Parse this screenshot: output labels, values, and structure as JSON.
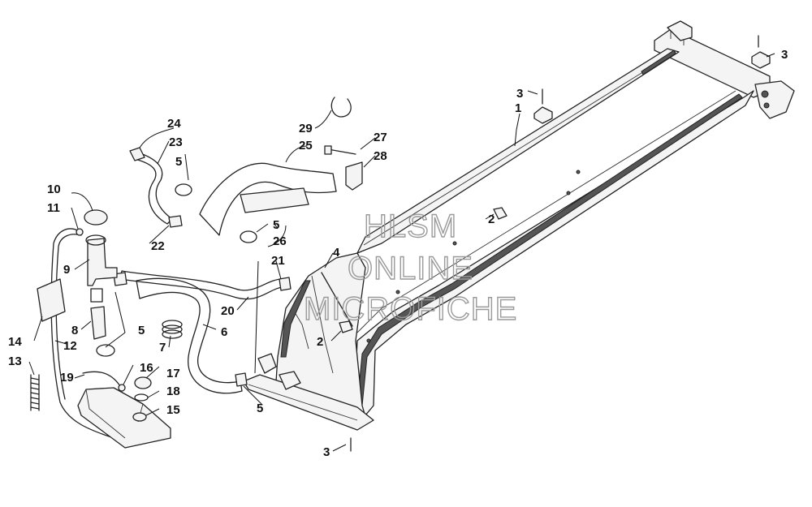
{
  "watermark": {
    "line1": "HLSM",
    "line2": "ONLINE",
    "line3": "MICROFICHE"
  },
  "callouts": [
    {
      "id": "c1",
      "label": "1"
    },
    {
      "id": "c2a",
      "label": "2"
    },
    {
      "id": "c2b",
      "label": "2"
    },
    {
      "id": "c3a",
      "label": "3"
    },
    {
      "id": "c3b",
      "label": "3"
    },
    {
      "id": "c3c",
      "label": "3"
    },
    {
      "id": "c4",
      "label": "4"
    },
    {
      "id": "c5a",
      "label": "5"
    },
    {
      "id": "c5b",
      "label": "5"
    },
    {
      "id": "c5c",
      "label": "5"
    },
    {
      "id": "c5d",
      "label": "5"
    },
    {
      "id": "c6",
      "label": "6"
    },
    {
      "id": "c7",
      "label": "7"
    },
    {
      "id": "c8",
      "label": "8"
    },
    {
      "id": "c9",
      "label": "9"
    },
    {
      "id": "c10",
      "label": "10"
    },
    {
      "id": "c11",
      "label": "11"
    },
    {
      "id": "c12",
      "label": "12"
    },
    {
      "id": "c13",
      "label": "13"
    },
    {
      "id": "c14",
      "label": "14"
    },
    {
      "id": "c15",
      "label": "15"
    },
    {
      "id": "c16",
      "label": "16"
    },
    {
      "id": "c17",
      "label": "17"
    },
    {
      "id": "c18",
      "label": "18"
    },
    {
      "id": "c19",
      "label": "19"
    },
    {
      "id": "c20",
      "label": "20"
    },
    {
      "id": "c21",
      "label": "21"
    },
    {
      "id": "c22",
      "label": "22"
    },
    {
      "id": "c23",
      "label": "23"
    },
    {
      "id": "c24",
      "label": "24"
    },
    {
      "id": "c25",
      "label": "25"
    },
    {
      "id": "c26",
      "label": "26"
    },
    {
      "id": "c27",
      "label": "27"
    },
    {
      "id": "c28",
      "label": "28"
    },
    {
      "id": "c29",
      "label": "29"
    }
  ]
}
